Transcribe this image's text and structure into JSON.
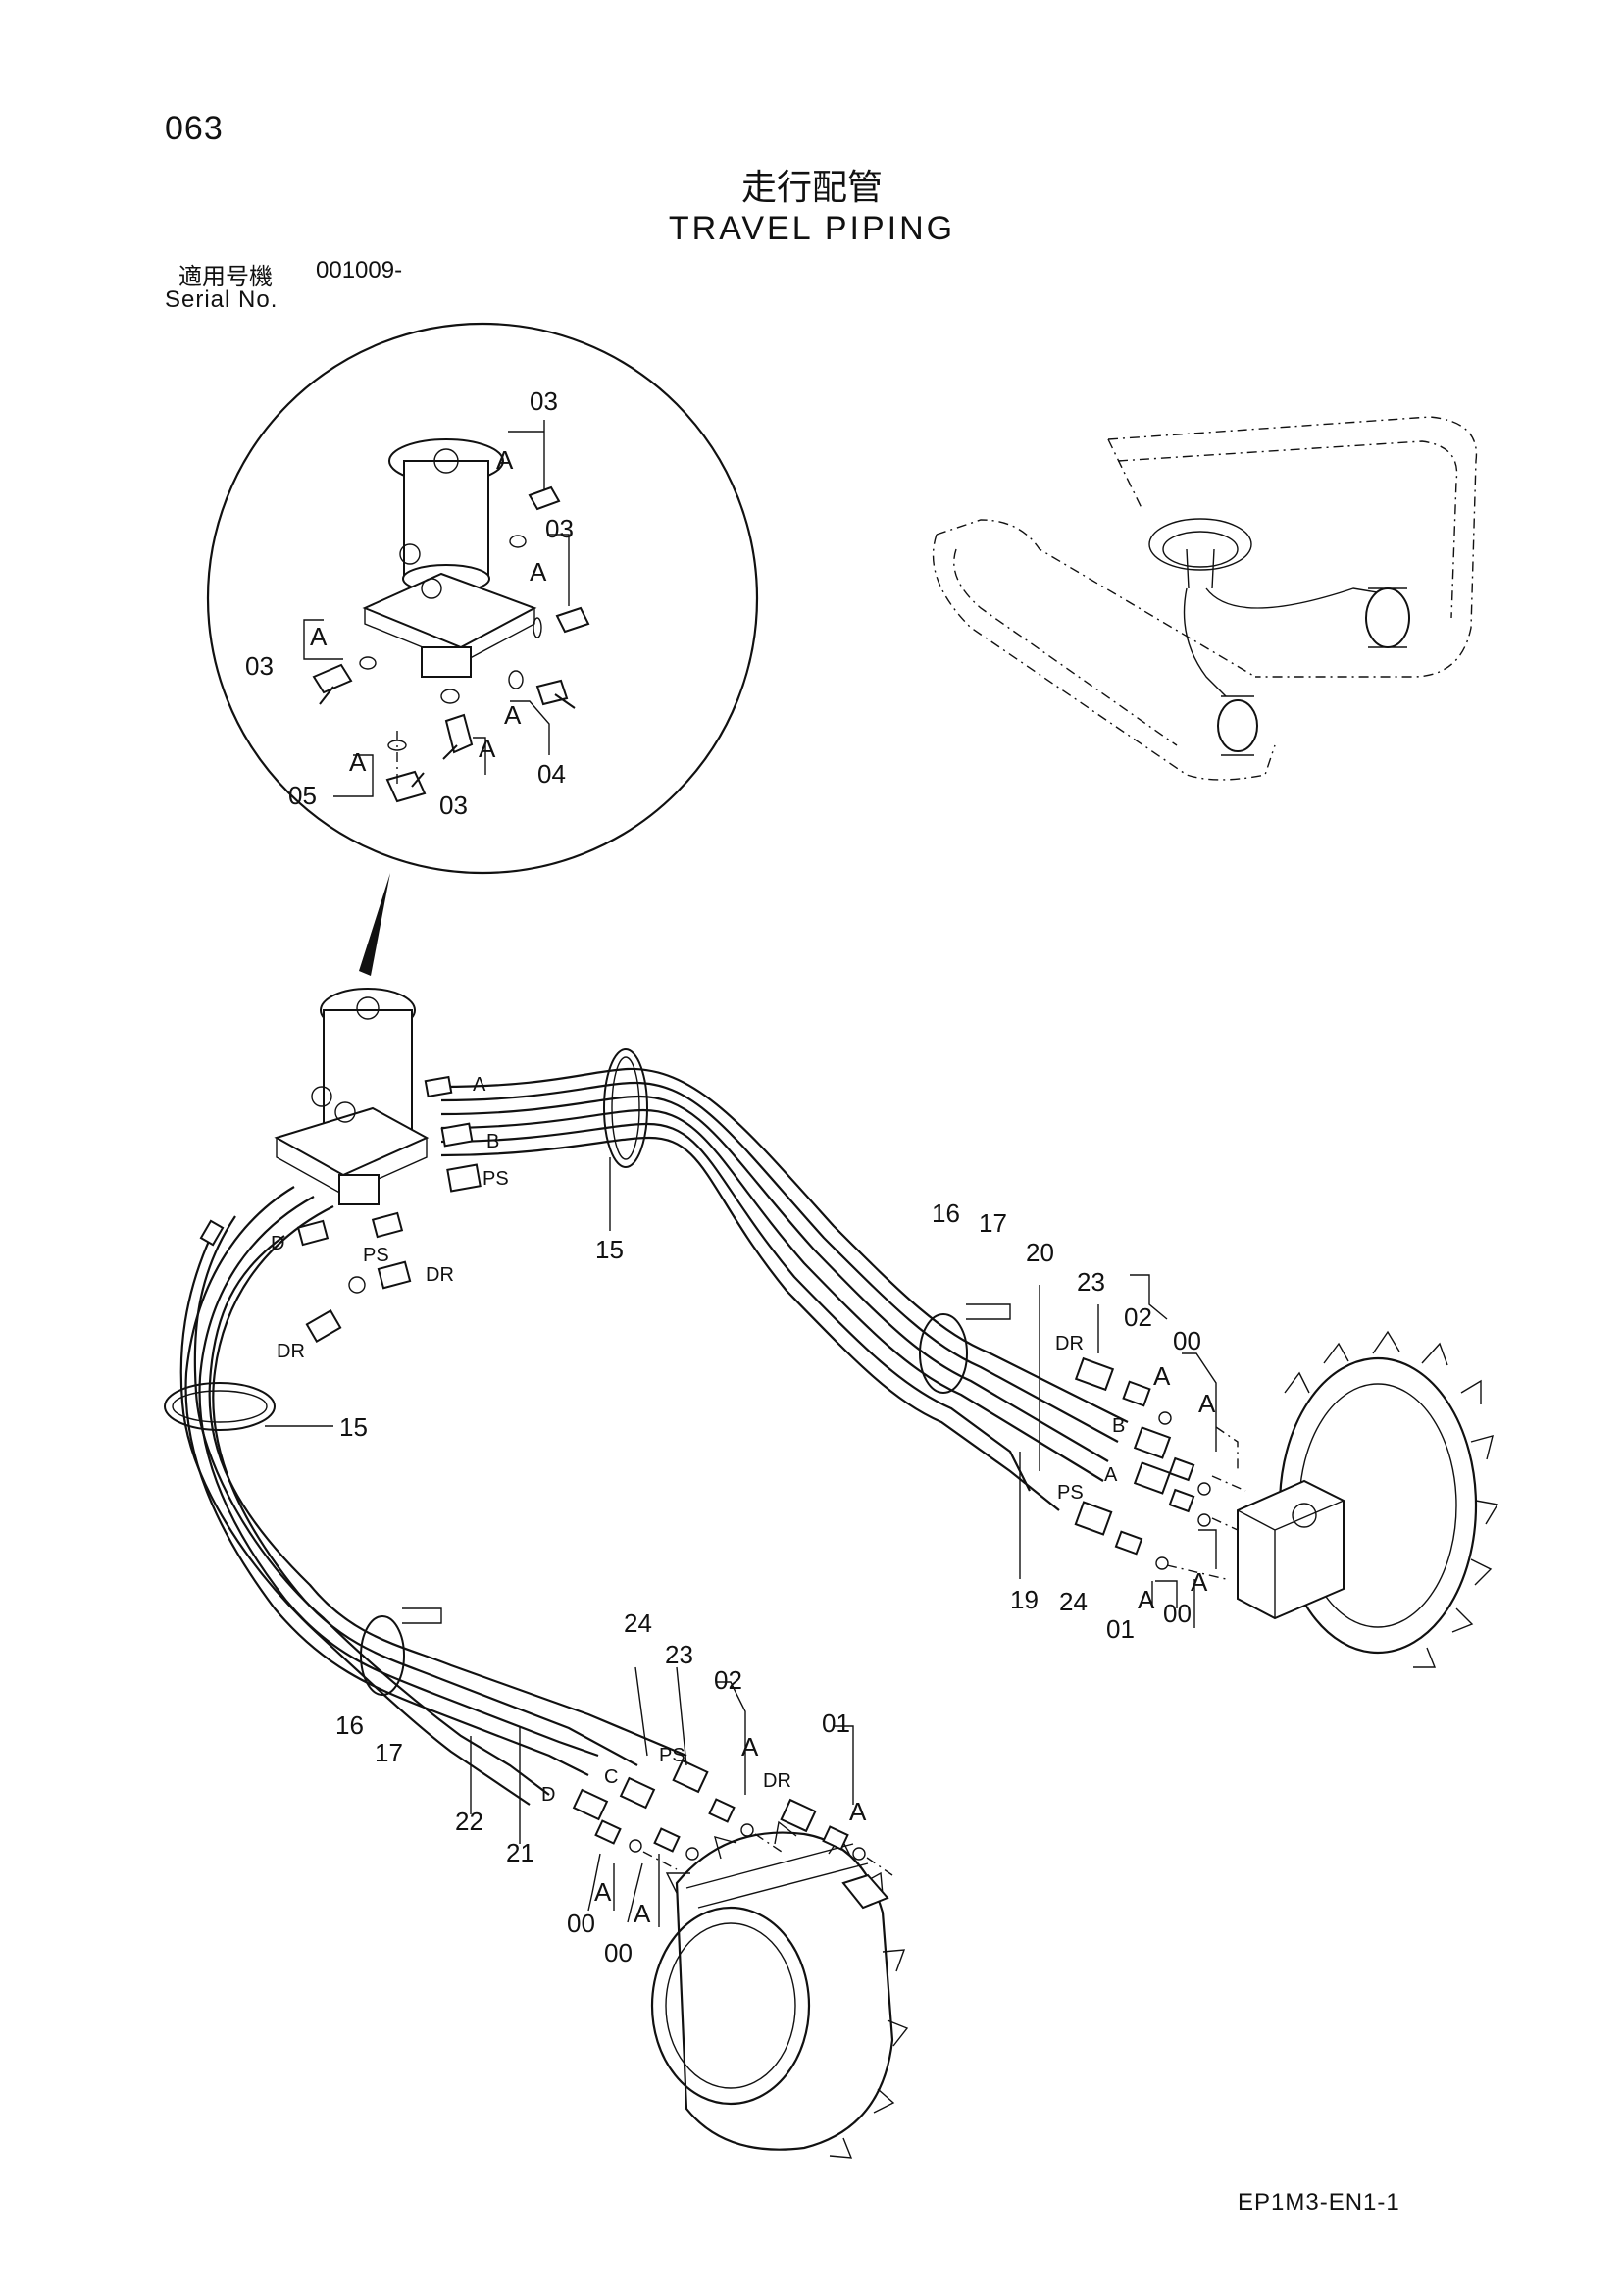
{
  "header": {
    "page_number": "063",
    "title_ja": "走行配管",
    "title_en": "TRAVEL PIPING",
    "serial_label_ja": "適用号機",
    "serial_value": "001009-",
    "serial_label_en": "Serial No."
  },
  "footer": {
    "doc_code": "EP1M3-EN1-1"
  },
  "detail_callouts": [
    "03",
    "03",
    "03",
    "04",
    "05",
    "03"
  ],
  "detail_tags": [
    "A",
    "A",
    "A",
    "A",
    "A",
    "A"
  ],
  "main_callouts": [
    "15",
    "15",
    "16",
    "17",
    "20",
    "23",
    "02",
    "00",
    "19",
    "24",
    "01",
    "00",
    "16",
    "17",
    "22",
    "21",
    "24",
    "23",
    "02",
    "01",
    "00",
    "00"
  ],
  "port_tags": [
    "A",
    "B",
    "PS",
    "D",
    "PS",
    "DR",
    "DR",
    "DR",
    "B",
    "A",
    "PS",
    "A",
    "A",
    "A",
    "A",
    "C",
    "D",
    "PS",
    "DR",
    "A",
    "A",
    "A",
    "A"
  ]
}
